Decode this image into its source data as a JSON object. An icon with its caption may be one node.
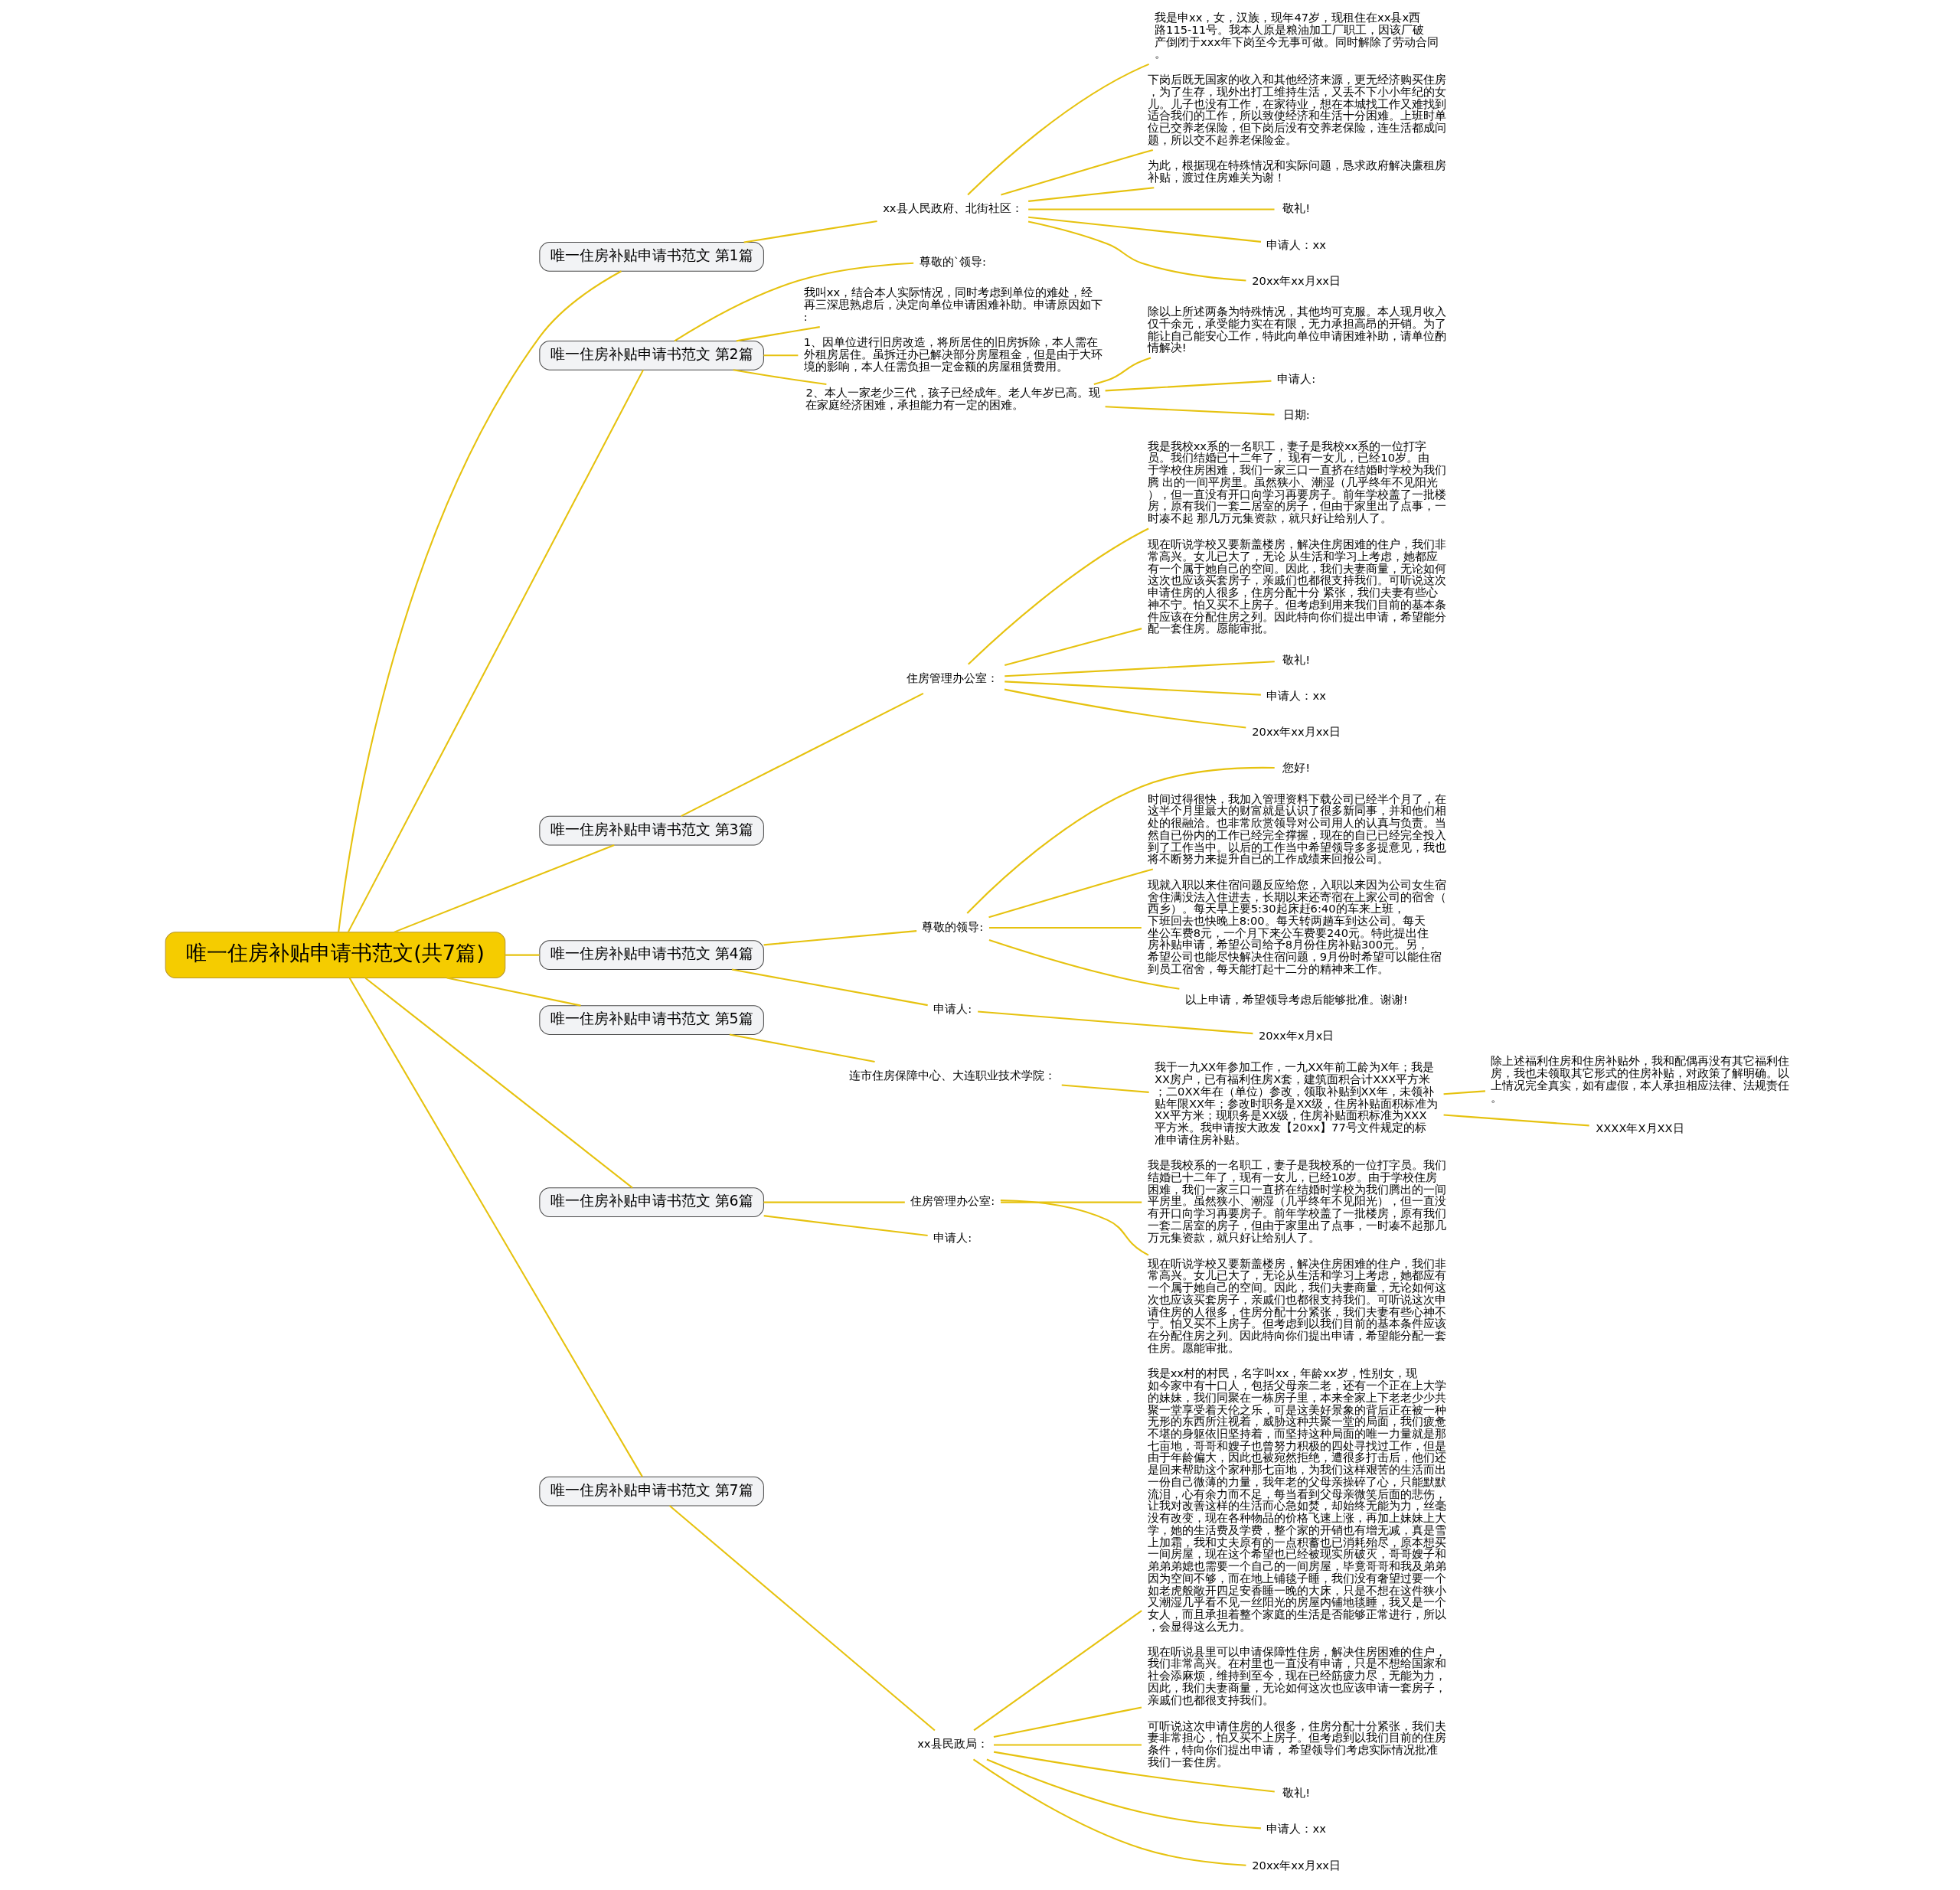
{
  "diagram": {
    "nodes": [
      {
        "text": [
          "唯一住房补贴申请书范文(共7篇)"
        ]
      },
      {
        "text": [
          "唯一住房补贴申请书范文 第1篇"
        ]
      },
      {
        "text": [
          "xx县人民政府、北街社区："
        ]
      },
      {
        "text": [
          "我是申xx，女，汉族，现年47岁，现租住在xx县x西路115-11号。我本人原是粮油加工厂职工，因该厂破产倒闭于xxx年下岗至今无事可做。同时解除了劳动合同。"
        ]
      },
      {
        "text": [
          "下岗后既无国家的收入和其他经济来源，更无经济购买住房，为了生存，现外出打工维持生活，又丢不下小小年纪的女儿。儿子也没有工作，在家待业，想在本城找工作又难找到适合我们的工作，所以致使经济和生活十分困难。上班时单位已交养老保险，但下岗后没有交养老保险，连生活都成问题，所以交不起养老保险金。"
        ]
      },
      {
        "text": [
          "为此，根据现在特殊情况和实际问题，恳求政府解决廉租房补贴，渡过住房难关为谢！"
        ]
      },
      {
        "text": [
          "敬礼!"
        ]
      },
      {
        "text": [
          "申请人：xx"
        ]
      },
      {
        "text": [
          "20xx年xx月xx日"
        ]
      },
      {
        "text": [
          "唯一住房补贴申请书范文 第2篇"
        ]
      },
      {
        "text": [
          "尊敬的`领导:"
        ]
      },
      {
        "text": [
          "我叫xx，结合本人实际情况，同时考虑到单位的难处，经再三深思熟虑后，决定向单位申请困难补助。申请原因如下:"
        ]
      },
      {
        "text": [
          "1、因单位进行旧房改造，将所居住的旧房拆除，本人需在外租房居住。虽拆迁办已解决部分房屋租金，但是由于大环境的影响，本人任需负担一定金额的房屋租赁费用。"
        ]
      },
      {
        "text": [
          "2、本人一家老少三代，孩子已经成年。老人年岁已高。现在家庭经济困难，承担能力有一定的困难。"
        ]
      },
      {
        "text": [
          "除以上所述两条为特殊情况，其他均可克服。本人现月收入仅千余元，承受能力实在有限，无力承担高昂的开销。为了能让自己能安心工作，特此向单位申请困难补助，请单位酌情解决!"
        ]
      },
      {
        "text": [
          "申请人:"
        ]
      },
      {
        "text": [
          "日期:"
        ]
      },
      {
        "text": [
          "唯一住房补贴申请书范文 第3篇"
        ]
      },
      {
        "text": [
          "住房管理办公室："
        ]
      },
      {
        "text": [
          "我是我校xx系的一名职工，妻子是我校xx系的一位打字员。我们结婚已十二年了， 现有一女儿，已经10岁。由于学校住房困难，我们一家三口一直挤在结婚时学校为我们腾 出的一间平房里。虽然狭小、潮湿（几乎终年不见阳光），但一直没有开口向学习再要房子。前年学校盖了一批楼房，原有我们一套二居室的房子，但由于家里出了点事，一时凑不起 那几万元集资款，就只好让给别人了。"
        ]
      },
      {
        "text": [
          "现在听说学校又要新盖楼房，解决住房困难的住户，我们非常高兴。女儿已大了，无论 从生活和学习上考虑，她都应有一个属于她自己的空间。因此，我们夫妻商量，无论如何这次也应该买套房子，亲戚们也都很支持我们。可听说这次申请住房的人很多，住房分配十分 紧张，我们夫妻有些心神不宁。怕又买不上房子。但考虑到用来我们目前的基本条件应该在分配住房之列。因此特向你们提出申请，希望能分配一套住房。愿能审批。"
        ]
      },
      {
        "text": [
          "敬礼!"
        ]
      },
      {
        "text": [
          "申请人：xx"
        ]
      },
      {
        "text": [
          "20xx年xx月xx日"
        ]
      },
      {
        "text": [
          "唯一住房补贴申请书范文 第4篇"
        ]
      },
      {
        "text": [
          "尊敬的领导:"
        ]
      },
      {
        "text": [
          "您好!"
        ]
      },
      {
        "text": [
          "时间过得很快，我加入管理资料下载公司已经半个月了，在这半个月里最大的财富就是认识了很多新同事，并和他们相处的很融洽。也非常欣赏领导对公司用人的认真与负责。当然自已份内的工作已经完全撑握，现在的自已已经完全投入到了工作当中。以后的工作当中希望领导多多提意见，我也将不断努力来提升自已的工作成绩来回报公司。"
        ]
      },
      {
        "text": [
          "现就入职以来住宿问题反应给您，入职以来因为公司女生宿舍住满没法入住进去，长期以来还寄宿在上家公司的宿舍（西乡）。每天早上要5:30起床赶6:40的车来上班，下班回去也快晚上8:00。每天转两趟车到达公司。每天坐公车费8元，一个月下来公车费要240元。特此提出住房补贴申请，希望公司给予8月份住房补贴300元。另，希望公司也能尽快解决住宿问题，9月份时希望可以能住宿到员工宿舍，每天能打起十二分的精神来工作。"
        ]
      },
      {
        "text": [
          "以上申请，希望领导考虑后能够批准。谢谢!"
        ]
      },
      {
        "text": [
          "申请人:"
        ]
      },
      {
        "text": [
          "20xx年x月x日"
        ]
      },
      {
        "text": [
          "唯一住房补贴申请书范文 第5篇"
        ]
      },
      {
        "text": [
          "连市住房保障中心、大连职业技术学院："
        ]
      },
      {
        "text": [
          "我于一九XX年参加工作，一九XX年前工龄为X年；我是XX房户，已有福利住房X套，建筑面积合计XXX平方米；二0XX年在（单位）参改，领取补贴到XX年，未领补贴年限XX年；参改时职务是XX级，住房补贴面积标准为XX平方米；现职务是XX级，住房补贴面积标准为XXX平方米。我申请按大政发【20xx】77号文件规定的标准申请住房补贴。"
        ]
      },
      {
        "text": [
          "除上述福利住房和住房补贴外，我和配偶再没有其它福利住房，我也未领取其它形式的住房补贴，对政策了解明确。以上情况完全真实，如有虚假，本人承担相应法律、法规责任。"
        ]
      },
      {
        "text": [
          "XXXX年X月XX日"
        ]
      },
      {
        "text": [
          "唯一住房补贴申请书范文 第6篇"
        ]
      },
      {
        "text": [
          "住房管理办公室:"
        ]
      },
      {
        "text": [
          "我是我校系的一名职工，妻子是我校系的一位打字员。我们结婚已十二年了，现有一女儿，已经10岁。由于学校住房困难，我们一家三口一直挤在结婚时学校为我们腾出的一间平房里。虽然狭小、潮湿（几乎终年不见阳光），但一直没有开口向学习再要房子。前年学校盖了一批楼房，原有我们一套二居室的房子，但由于家里出了点事，一时凑不起那几万元集资款，就只好让给别人了。"
        ]
      },
      {
        "text": [
          "现在听说学校又要新盖楼房，解决住房困难的住户，我们非常高兴。女儿已大了，无论从生活和学习上考虑，她都应有一个属于她自己的空间。因此，我们夫妻商量，无论如何这次也应该买套房子，亲戚们也都很支持我们。可听说这次申请住房的人很多，住房分配十分紧张，我们夫妻有些心神不宁。怕又买不上房子。但考虑到以我们目前的基本条件应该在分配住房之列。因此特向你们提出申请，希望能分配一套住房。愿能审批。"
        ]
      },
      {
        "text": [
          "申请人:"
        ]
      },
      {
        "text": [
          "唯一住房补贴申请书范文 第7篇"
        ]
      },
      {
        "text": [
          "xx县民政局："
        ]
      },
      {
        "text": [
          "我是xx村的村民，名字叫xx，年龄xx岁，性别女，现如今家中有十口人，包括父母亲二老，还有一个正在上大学的妹妹，我们同聚在一栋房子里，本来全家上下老老少少共聚一堂享受着天伦之乐，可是这美好景象的背后正在被一种无形的东西所注视着，威胁这种共聚一堂的局面，我们疲惫不堪的身躯依旧坚持着，而坚持这种局面的唯一力量就是那七亩地，哥哥和嫂子也曾努力积极的四处寻找过工作，但是由于年龄偏大，因此也被宛然拒绝，遭很多打击后，他们还是回来帮助这个家种那七亩地，为我们这样艰苦的生活而出一份自己微薄的力量，我年老的父母亲操碎了心，只能默默流泪，心有余力而不足，每当看到父母亲微笑后面的悲伤，让我对改善这样的生活而心急如焚，却始终无能为力，丝毫没有改变，现在各种物品的价格飞速上涨，再加上妹妹上大学，她的生活费及学费，整个家的开销也有增无减，真是雪上加霜，我和丈夫原有的一点积蓄也已消耗殆尽，原本想买一间房屋，现在这个希望也已经被现实所破灭，哥哥嫂子和弟弟弟媳也需要一个自己的一间房屋，毕竟哥哥和我及弟弟因为空间不够，而在地上铺毯子睡，我们没有奢望过要一个如老虎般敞开四足安香睡一晚的大床，只是不想在这件狭小又潮湿几乎看不见一丝阳光的房屋内铺地毯睡，我又是一个女人，而且承担着整个家庭的生活是否能够正常进行，所以，会显得这么无力。"
        ]
      },
      {
        "text": [
          "现在听说县里可以申请保障性住房，解决住房困难的住户，我们非常高兴。在村里也一直没有申请，只是不想给国家和社会添麻烦，维持到至今，现在已经筋疲力尽，无能为力，因此，我们夫妻商量，无论如何这次也应该申请一套房子，亲戚们也都很支持我们。"
        ]
      },
      {
        "text": [
          "可听说这次申请住房的人很多，住房分配十分紧张，我们夫妻非常担心，怕又买不上房子。但考虑到以我们目前的住房条件，特向你们提出申请， 希望领导们考虑实际情况批准我们一套住房。"
        ]
      },
      {
        "text": [
          "敬礼!"
        ]
      },
      {
        "text": [
          "申请人：xx"
        ]
      },
      {
        "text": [
          "20xx年xx月xx日"
        ]
      }
    ],
    "edges": [
      {
        "from": 0,
        "to": 1,
        "arrow": "none"
      },
      {
        "from": 1,
        "to": 2,
        "arrow": "none"
      },
      {
        "from": 2,
        "to": 3,
        "arrow": "none"
      },
      {
        "from": 2,
        "to": 4,
        "arrow": "none"
      },
      {
        "from": 2,
        "to": 5,
        "arrow": "none"
      },
      {
        "from": 2,
        "to": 6,
        "arrow": "none"
      },
      {
        "from": 2,
        "to": 7,
        "arrow": "none"
      },
      {
        "from": 2,
        "to": 8,
        "arrow": "none"
      },
      {
        "from": 0,
        "to": 9,
        "arrow": "none"
      },
      {
        "from": 9,
        "to": 10,
        "arrow": "none"
      },
      {
        "from": 9,
        "to": 11,
        "arrow": "none"
      },
      {
        "from": 9,
        "to": 12,
        "arrow": "none"
      },
      {
        "from": 9,
        "to": 13,
        "arrow": "none"
      },
      {
        "from": 13,
        "to": 14,
        "arrow": "none"
      },
      {
        "from": 13,
        "to": 15,
        "arrow": "none"
      },
      {
        "from": 13,
        "to": 16,
        "arrow": "none"
      },
      {
        "from": 0,
        "to": 17,
        "arrow": "none"
      },
      {
        "from": 17,
        "to": 18,
        "arrow": "none"
      },
      {
        "from": 18,
        "to": 19,
        "arrow": "none"
      },
      {
        "from": 18,
        "to": 20,
        "arrow": "none"
      },
      {
        "from": 18,
        "to": 21,
        "arrow": "none"
      },
      {
        "from": 18,
        "to": 22,
        "arrow": "none"
      },
      {
        "from": 18,
        "to": 23,
        "arrow": "none"
      },
      {
        "from": 0,
        "to": 24,
        "arrow": "none"
      },
      {
        "from": 24,
        "to": 25,
        "arrow": "none"
      },
      {
        "from": 25,
        "to": 26,
        "arrow": "none"
      },
      {
        "from": 25,
        "to": 27,
        "arrow": "none"
      },
      {
        "from": 25,
        "to": 28,
        "arrow": "none"
      },
      {
        "from": 25,
        "to": 29,
        "arrow": "none"
      },
      {
        "from": 24,
        "to": 30,
        "arrow": "none"
      },
      {
        "from": 30,
        "to": 31,
        "arrow": "none"
      },
      {
        "from": 0,
        "to": 32,
        "arrow": "none"
      },
      {
        "from": 32,
        "to": 33,
        "arrow": "none"
      },
      {
        "from": 33,
        "to": 34,
        "arrow": "none"
      },
      {
        "from": 34,
        "to": 35,
        "arrow": "none"
      },
      {
        "from": 34,
        "to": 36,
        "arrow": "none"
      },
      {
        "from": 0,
        "to": 37,
        "arrow": "none"
      },
      {
        "from": 37,
        "to": 38,
        "arrow": "none"
      },
      {
        "from": 38,
        "to": 39,
        "arrow": "none"
      },
      {
        "from": 38,
        "to": 40,
        "arrow": "none"
      },
      {
        "from": 37,
        "to": 41,
        "arrow": "none"
      },
      {
        "from": 0,
        "to": 42,
        "arrow": "none"
      },
      {
        "from": 42,
        "to": 43,
        "arrow": "none"
      },
      {
        "from": 43,
        "to": 44,
        "arrow": "none"
      },
      {
        "from": 43,
        "to": 45,
        "arrow": "none"
      },
      {
        "from": 43,
        "to": 46,
        "arrow": "none"
      },
      {
        "from": 43,
        "to": 47,
        "arrow": "none"
      },
      {
        "from": 43,
        "to": 48,
        "arrow": "none"
      },
      {
        "from": 43,
        "to": 49,
        "arrow": "none"
      }
    ]
  }
}
